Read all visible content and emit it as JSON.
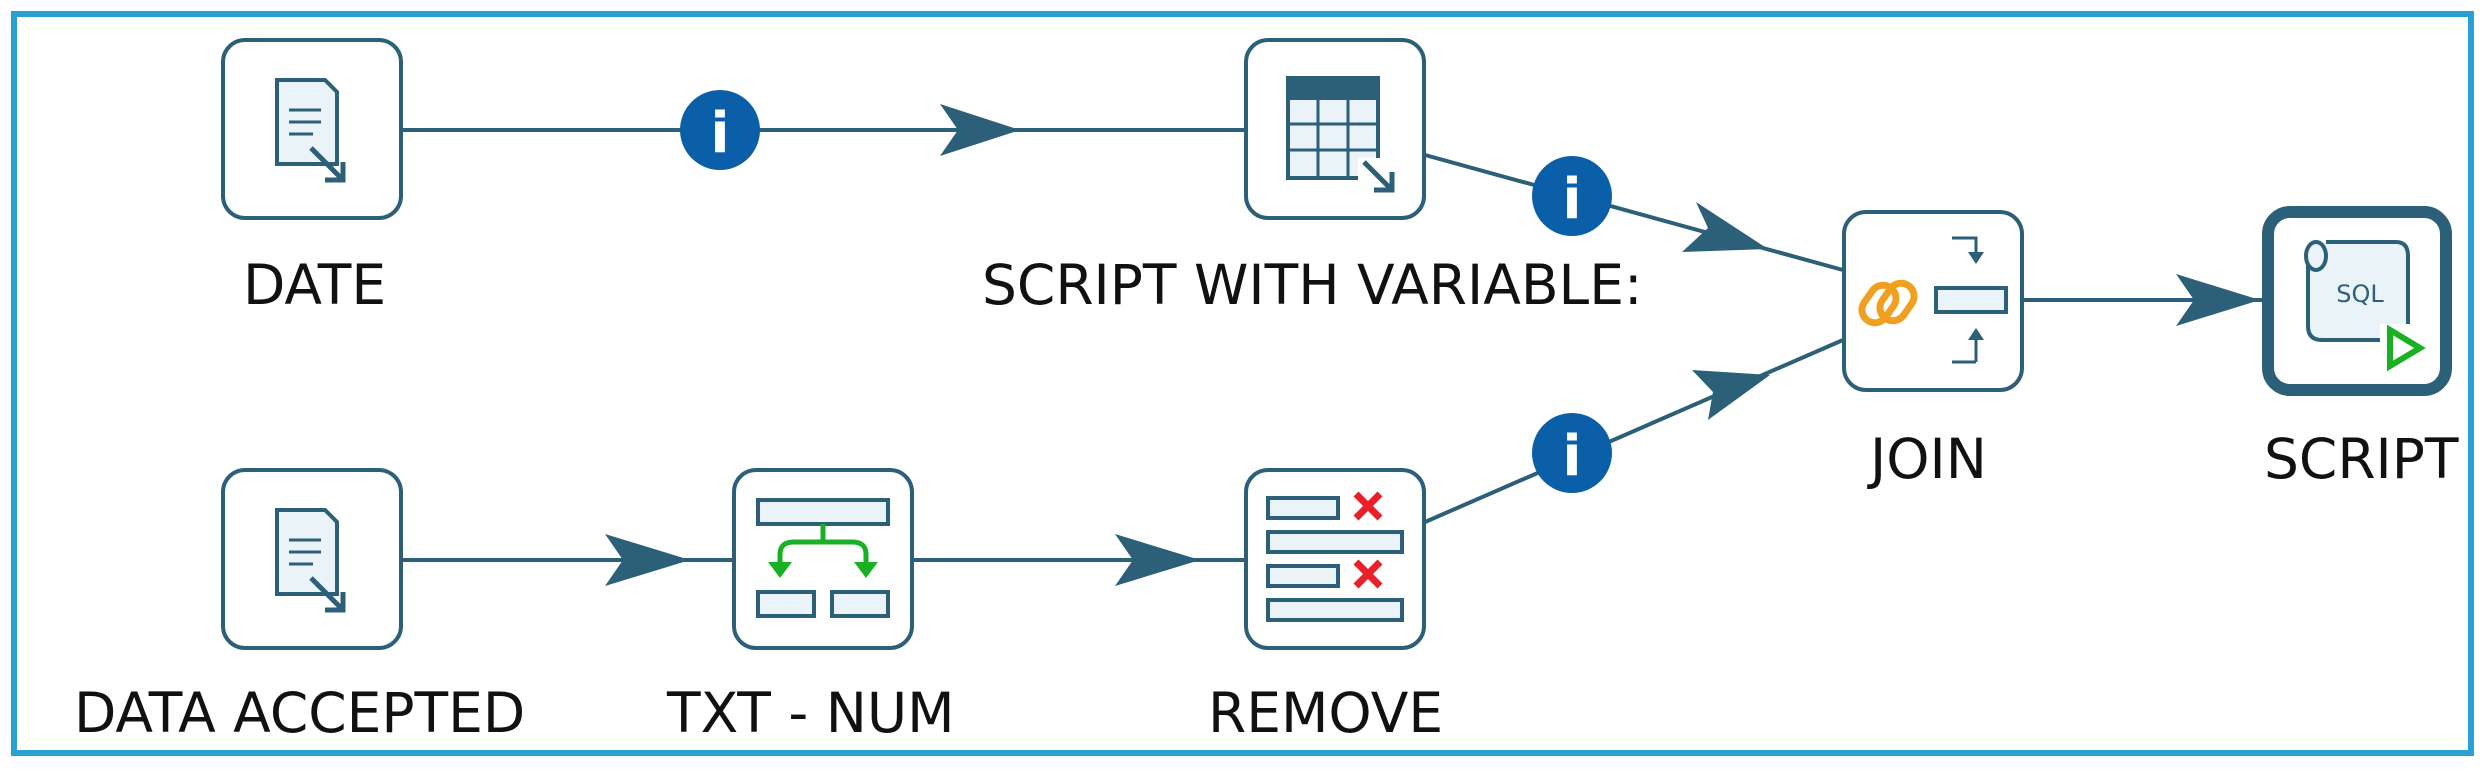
{
  "diagram": {
    "colors": {
      "frame": "#2aa0d4",
      "node_border": "#2c5f78",
      "connector": "#2c5f78",
      "info_badge": "#0b5fa8",
      "green_accent": "#19b024",
      "orange_accent": "#f0a020",
      "red_x": "#e8202a"
    },
    "nodes": [
      {
        "id": "date",
        "label": "DATE",
        "icon": "text-file-input-icon"
      },
      {
        "id": "script-with-variables",
        "label": "SCRIPT WITH VARIABLE:",
        "icon": "table-input-icon"
      },
      {
        "id": "data-accepted",
        "label": "DATA ACCEPTED",
        "icon": "text-file-input-icon"
      },
      {
        "id": "txt-num",
        "label": "TXT - NUM",
        "icon": "split-field-icon"
      },
      {
        "id": "remove",
        "label": "REMOVE",
        "icon": "remove-fields-icon"
      },
      {
        "id": "join",
        "label": "JOIN",
        "icon": "join-rows-icon"
      },
      {
        "id": "script",
        "label": "SCRIPT",
        "icon": "sql-script-icon"
      }
    ],
    "connections": [
      {
        "from": "date",
        "to": "script-with-variables",
        "info": true
      },
      {
        "from": "script-with-variables",
        "to": "join",
        "info": true
      },
      {
        "from": "data-accepted",
        "to": "txt-num",
        "info": false
      },
      {
        "from": "txt-num",
        "to": "remove",
        "info": false
      },
      {
        "from": "remove",
        "to": "join",
        "info": true
      },
      {
        "from": "join",
        "to": "script",
        "info": false
      }
    ],
    "info_badge_glyph": "i",
    "sql_icon_text": "SQL"
  }
}
